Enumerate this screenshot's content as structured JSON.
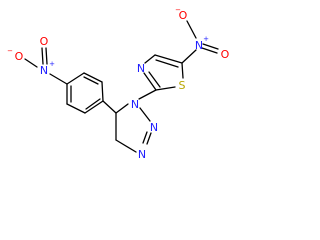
{
  "molecule": {
    "colors": {
      "bond": "#000000",
      "N": "#2020ff",
      "O": "#ff0000",
      "S": "#b8a600"
    },
    "labels": {
      "top_nitro_o_minus": "O",
      "top_nitro_n_plus": "N",
      "top_nitro_o_double": "O",
      "thiazole_n": "N",
      "thiazole_s": "S",
      "triazole_n1": "N",
      "triazole_n2": "N",
      "triazole_n3": "N",
      "left_nitro_o_minus": "O",
      "left_nitro_n_plus": "N",
      "left_nitro_o_double": "O"
    },
    "charges": {
      "plus": "+",
      "minus": "−"
    }
  }
}
